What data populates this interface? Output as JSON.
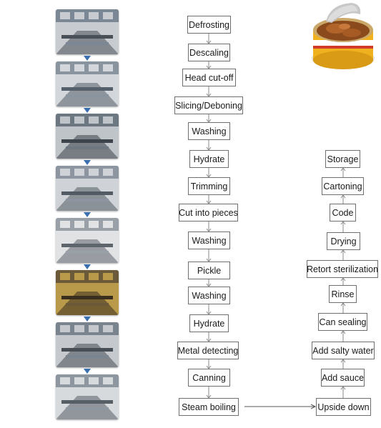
{
  "process_steps": [
    "Defrosting",
    "Descaling",
    "Head cut-off",
    "Slicing/Deboning",
    "Washing",
    "Hydrate",
    "Trimming",
    "Cut into pieces",
    "Washing",
    "Pickle",
    "Washing",
    "Hydrate",
    "Metal detecting",
    "Canning",
    "Steam boiling"
  ],
  "finishing_steps": [
    "Upside down",
    "Add sauce",
    "Add salty water",
    "Can sealing",
    "Rinse",
    "Retort sterilization",
    "Drying",
    "Code",
    "Cartoning",
    "Storage"
  ],
  "colors": {
    "box_border": "#6f6f6f",
    "connector": "#8a8a8a",
    "photo_marker": "#3a6fb0"
  },
  "icons": {
    "photos": "factory-photo-icon",
    "product": "canned-fish-icon"
  }
}
